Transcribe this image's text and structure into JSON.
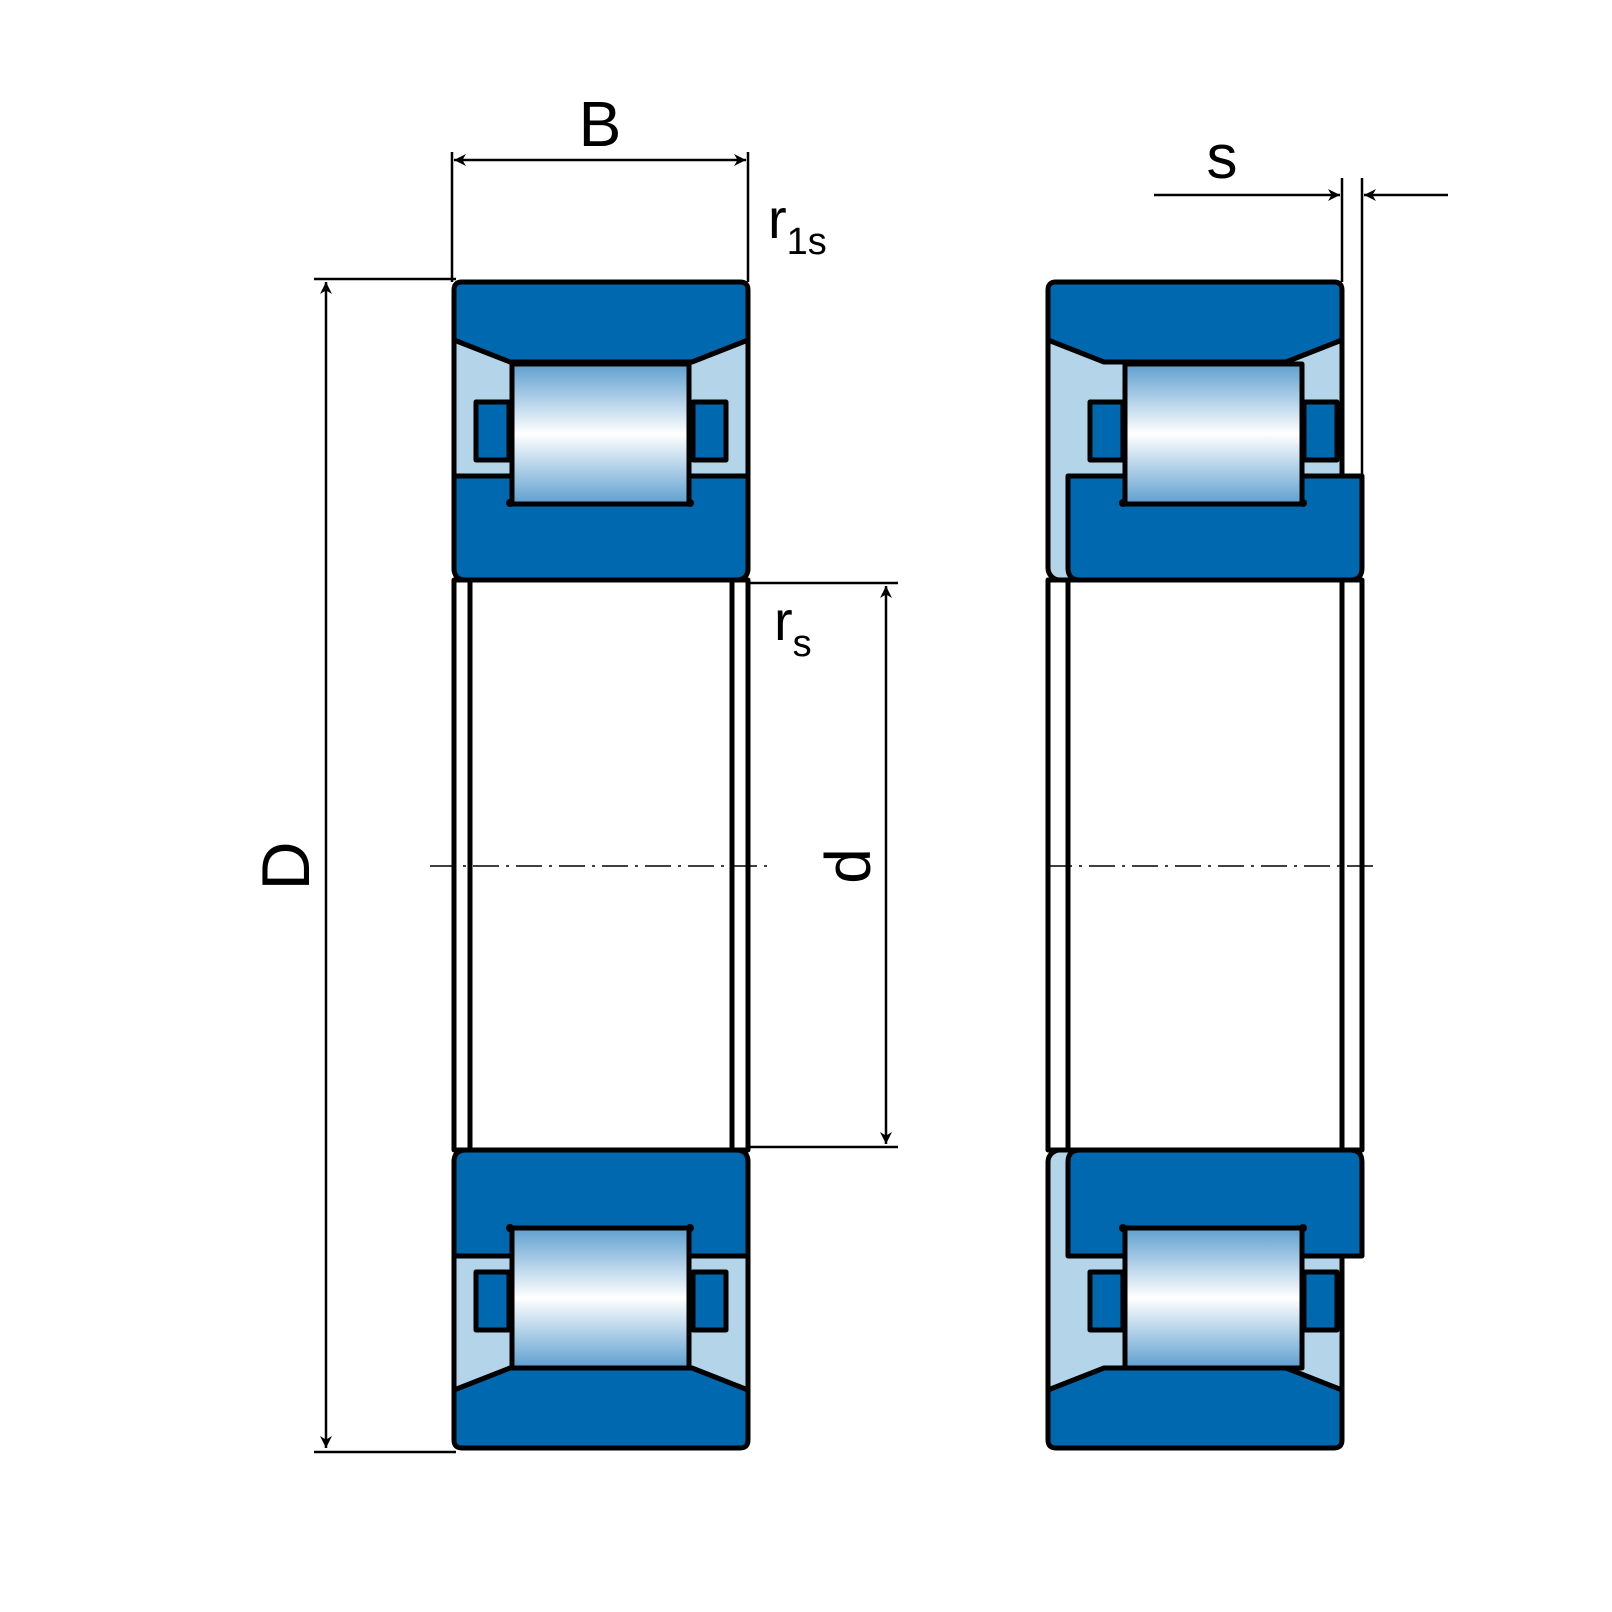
{
  "labels": {
    "width": "B",
    "outer_diameter": "D",
    "bore_diameter": "d",
    "outer_chamfer": "r",
    "outer_chamfer_sub": "1s",
    "inner_chamfer": "r",
    "inner_chamfer_sub": "s",
    "axial_displacement": "s"
  },
  "colors": {
    "ring": "#0068ae",
    "cavity": "#b3d4e9",
    "roller_light": "#ffffff",
    "roller_dark": "#5e9fd0",
    "outline": "#000000"
  }
}
